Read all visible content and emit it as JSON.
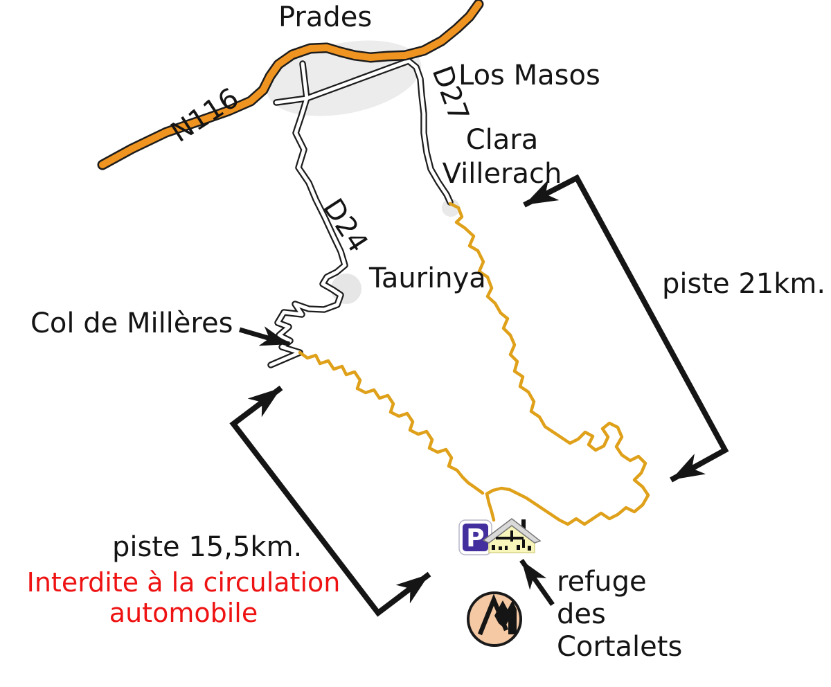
{
  "map": {
    "labels": {
      "prades": "Prades",
      "n116": "N116",
      "d27": "D27",
      "los_masos": "Los Masos",
      "clara": "Clara",
      "villerach": "Villerach",
      "d24": "D24",
      "taurinya": "Taurinya",
      "col_de_milleres": "Col de Millères",
      "piste_21": "piste 21km.",
      "piste_15": "piste 15,5km.",
      "warning_line1": "Interdite à la circulation",
      "warning_line2": "automobile",
      "refuge_line1": "refuge",
      "refuge_line2": "des",
      "refuge_line3": "Cortalets"
    },
    "icons": {
      "parking_letter": "P",
      "parking": "parking-icon",
      "refuge_building": "refuge-building-icon",
      "mountain_logo": "mountain-logo-icon"
    },
    "colors": {
      "road_n116": "#f09421",
      "road_casing": "#1c1c1c",
      "road_fill": "#ffffff",
      "piste": "#dfa01a",
      "arrow": "#151515",
      "text": "#141414",
      "warning_text": "#ee1212",
      "parking_bg": "#432f9e",
      "logo_fill": "#f5c9a4",
      "town_area": "#ececec",
      "house_wall": "#f8f6bb",
      "house_roof": "#d9d9d9"
    }
  }
}
